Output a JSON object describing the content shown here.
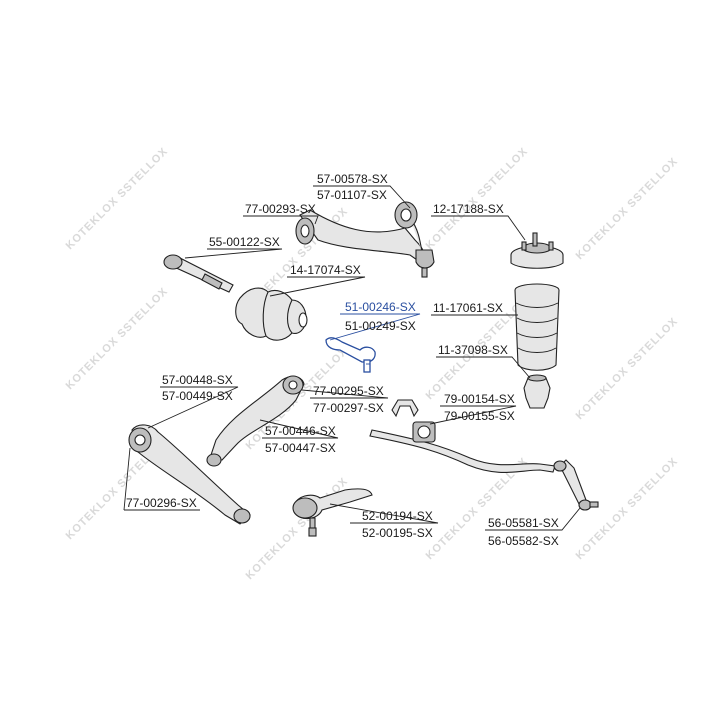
{
  "watermark": {
    "text": "KOTEKLOX SSTELLOX"
  },
  "labels": {
    "p57_00578": "57-00578-SX",
    "p57_01107": "57-01107-SX",
    "p77_00293": "77-00293-SX",
    "p12_17188": "12-17188-SX",
    "p55_00122": "55-00122-SX",
    "p14_17074": "14-17074-SX",
    "p51_00246": "51-00246-SX",
    "p51_00249": "51-00249-SX",
    "p11_17061": "11-17061-SX",
    "p11_37098": "11-37098-SX",
    "p57_00448": "57-00448-SX",
    "p57_00449": "57-00449-SX",
    "p77_00295": "77-00295-SX",
    "p77_00297": "77-00297-SX",
    "p79_00154": "79-00154-SX",
    "p79_00155": "79-00155-SX",
    "p57_00446": "57-00446-SX",
    "p57_00447": "57-00447-SX",
    "p77_00296": "77-00296-SX",
    "p52_00194": "52-00194-SX",
    "p52_00195": "52-00195-SX",
    "p56_05581": "56-05581-SX",
    "p56_05582": "56-05582-SX"
  },
  "colors": {
    "highlight": "#2a4fa0",
    "line": "#222222",
    "watermark": "#d9d9d9"
  }
}
